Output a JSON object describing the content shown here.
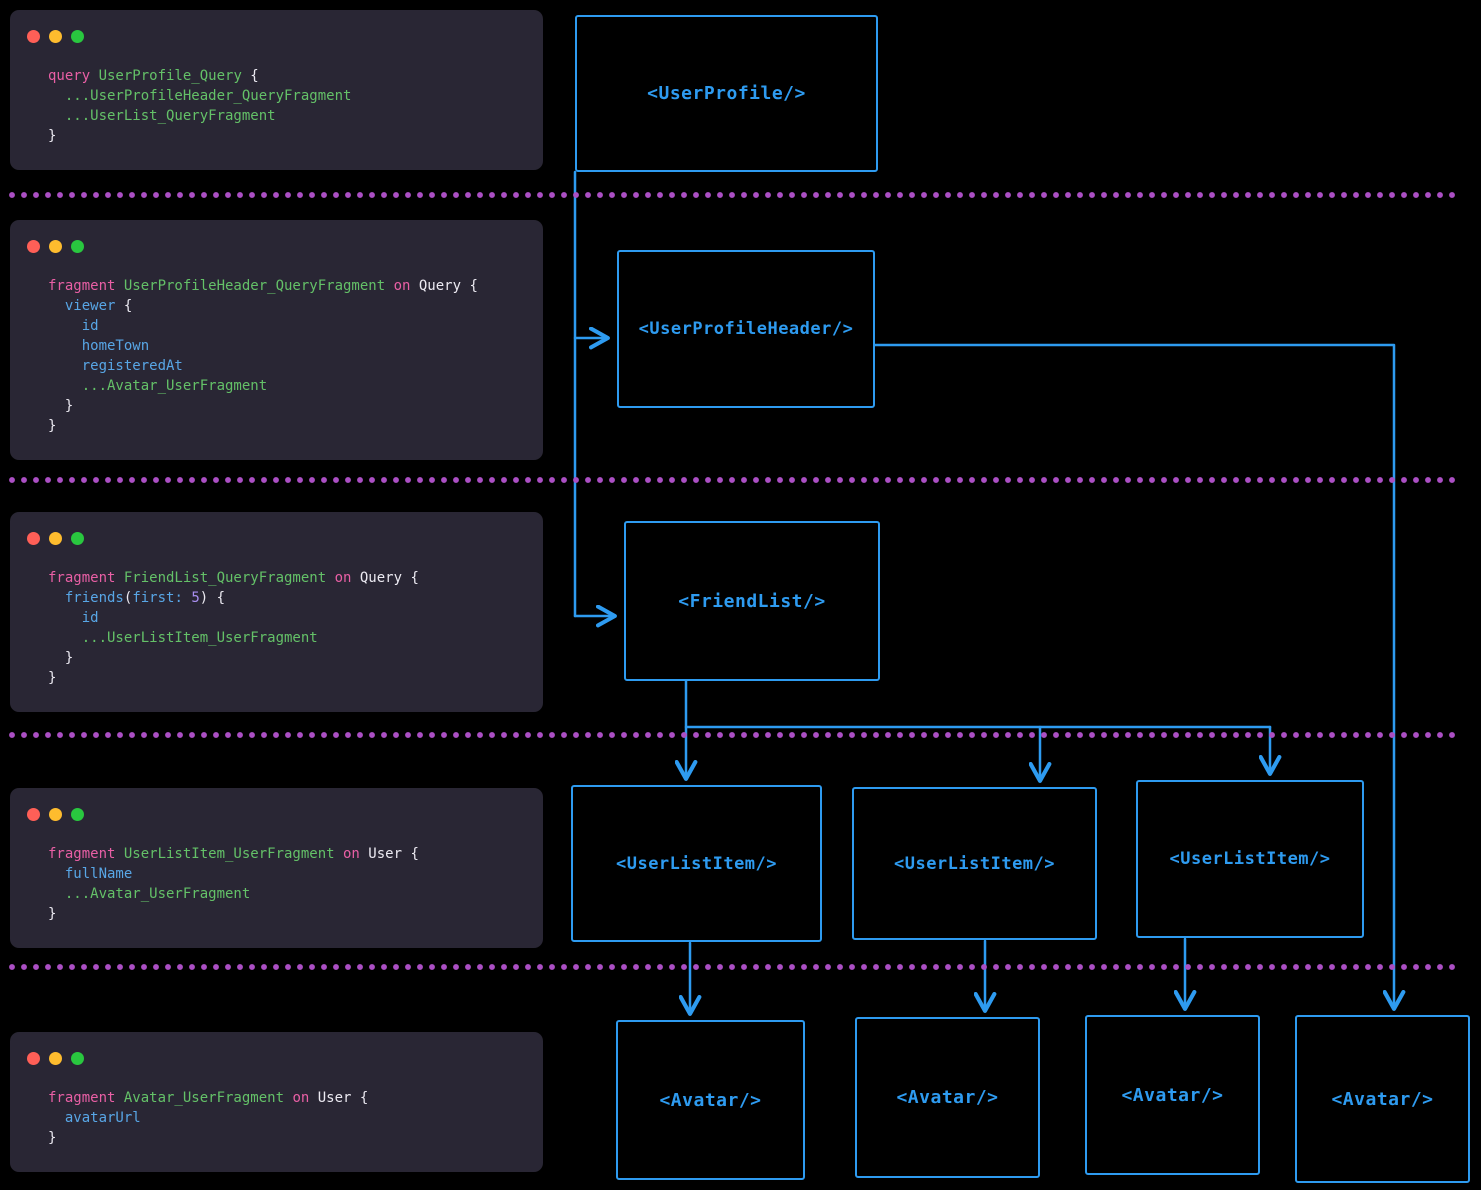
{
  "colors": {
    "bg": "#000000",
    "panel_bg": "#292634",
    "kw": "#e95fa5",
    "nm": "#64c168",
    "fd": "#58a6e6",
    "pl": "#eceaf2",
    "nu": "#a98ff0",
    "box": "#2e9bf0",
    "sep": "#ab4fc4",
    "light_red": "#ff5f57",
    "light_yellow": "#febc2e",
    "light_green": "#29c73f"
  },
  "panels": [
    {
      "name": "query-userprofile",
      "lines": [
        [
          {
            "t": "query ",
            "c": "kw"
          },
          {
            "t": "UserProfile_Query",
            "c": "nm"
          },
          {
            "t": " {",
            "c": "pl"
          }
        ],
        [
          {
            "t": "  ",
            "c": "pl"
          },
          {
            "t": "...UserProfileHeader_QueryFragment",
            "c": "nm"
          }
        ],
        [
          {
            "t": "  ",
            "c": "pl"
          },
          {
            "t": "...UserList_QueryFragment",
            "c": "nm"
          }
        ],
        [
          {
            "t": "}",
            "c": "pl"
          }
        ]
      ]
    },
    {
      "name": "fragment-userprofileheader",
      "lines": [
        [
          {
            "t": "fragment ",
            "c": "kw"
          },
          {
            "t": "UserProfileHeader_QueryFragment",
            "c": "nm"
          },
          {
            "t": " on ",
            "c": "kw"
          },
          {
            "t": "Query {",
            "c": "pl"
          }
        ],
        [
          {
            "t": "  ",
            "c": "pl"
          },
          {
            "t": "viewer",
            "c": "fd"
          },
          {
            "t": " {",
            "c": "pl"
          }
        ],
        [
          {
            "t": "    ",
            "c": "pl"
          },
          {
            "t": "id",
            "c": "fd"
          }
        ],
        [
          {
            "t": "    ",
            "c": "pl"
          },
          {
            "t": "homeTown",
            "c": "fd"
          }
        ],
        [
          {
            "t": "    ",
            "c": "pl"
          },
          {
            "t": "registeredAt",
            "c": "fd"
          }
        ],
        [
          {
            "t": "    ",
            "c": "pl"
          },
          {
            "t": "...Avatar_UserFragment",
            "c": "nm"
          }
        ],
        [
          {
            "t": "  }",
            "c": "pl"
          }
        ],
        [
          {
            "t": "}",
            "c": "pl"
          }
        ]
      ]
    },
    {
      "name": "fragment-friendlist",
      "lines": [
        [
          {
            "t": "fragment ",
            "c": "kw"
          },
          {
            "t": "FriendList_QueryFragment",
            "c": "nm"
          },
          {
            "t": " on ",
            "c": "kw"
          },
          {
            "t": "Query {",
            "c": "pl"
          }
        ],
        [
          {
            "t": "  ",
            "c": "pl"
          },
          {
            "t": "friends",
            "c": "fd"
          },
          {
            "t": "(",
            "c": "pl"
          },
          {
            "t": "first:",
            "c": "fd"
          },
          {
            "t": " ",
            "c": "pl"
          },
          {
            "t": "5",
            "c": "nu"
          },
          {
            "t": ") {",
            "c": "pl"
          }
        ],
        [
          {
            "t": "    ",
            "c": "pl"
          },
          {
            "t": "id",
            "c": "fd"
          }
        ],
        [
          {
            "t": "    ",
            "c": "pl"
          },
          {
            "t": "...UserListItem_UserFragment",
            "c": "nm"
          }
        ],
        [
          {
            "t": "  }",
            "c": "pl"
          }
        ],
        [
          {
            "t": "}",
            "c": "pl"
          }
        ]
      ]
    },
    {
      "name": "fragment-userlistitem",
      "lines": [
        [
          {
            "t": "fragment ",
            "c": "kw"
          },
          {
            "t": "UserListItem_UserFragment",
            "c": "nm"
          },
          {
            "t": " on ",
            "c": "kw"
          },
          {
            "t": "User {",
            "c": "pl"
          }
        ],
        [
          {
            "t": "  ",
            "c": "pl"
          },
          {
            "t": "fullName",
            "c": "fd"
          }
        ],
        [
          {
            "t": "  ",
            "c": "pl"
          },
          {
            "t": "...Avatar_UserFragment",
            "c": "nm"
          }
        ],
        [
          {
            "t": "}",
            "c": "pl"
          }
        ]
      ]
    },
    {
      "name": "fragment-avatar",
      "lines": [
        [
          {
            "t": "fragment ",
            "c": "kw"
          },
          {
            "t": "Avatar_UserFragment",
            "c": "nm"
          },
          {
            "t": " on ",
            "c": "kw"
          },
          {
            "t": "User {",
            "c": "pl"
          }
        ],
        [
          {
            "t": "  ",
            "c": "pl"
          },
          {
            "t": "avatarUrl",
            "c": "fd"
          }
        ],
        [
          {
            "t": "}",
            "c": "pl"
          }
        ]
      ]
    }
  ],
  "boxes": [
    {
      "id": "user-profile",
      "label": "<UserProfile/>"
    },
    {
      "id": "user-profile-header",
      "label": "<UserProfileHeader/>"
    },
    {
      "id": "friend-list",
      "label": "<FriendList/>"
    },
    {
      "id": "user-list-item-1",
      "label": "<UserListItem/>"
    },
    {
      "id": "user-list-item-2",
      "label": "<UserListItem/>"
    },
    {
      "id": "user-list-item-3",
      "label": "<UserListItem/>"
    },
    {
      "id": "avatar-1",
      "label": "<Avatar/>"
    },
    {
      "id": "avatar-2",
      "label": "<Avatar/>"
    },
    {
      "id": "avatar-3",
      "label": "<Avatar/>"
    },
    {
      "id": "avatar-4",
      "label": "<Avatar/>"
    }
  ]
}
